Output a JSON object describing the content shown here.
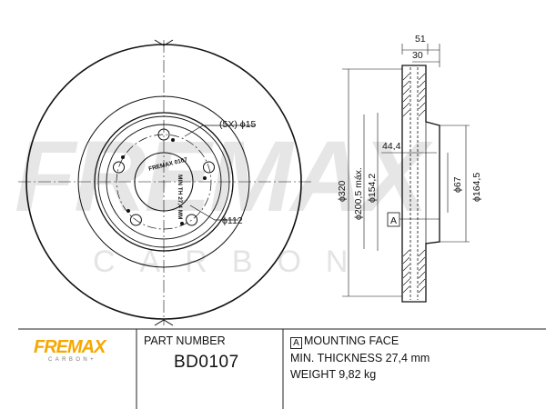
{
  "watermark": {
    "brand": "FREMAX",
    "sub": "CARBON"
  },
  "drawing": {
    "dimensions": {
      "total_width": "51",
      "hat_width": "30",
      "bolt_holes": "(5X) ϕ15",
      "center_bore": "ϕ112",
      "hat_bore": "44,4",
      "outer_diameter": "ϕ320",
      "max_diameter": "ϕ200,5 máx.",
      "inner_diameter": "ϕ154,2",
      "hub_bore": "ϕ67",
      "hat_diameter": "ϕ164,5",
      "face_marker": "A"
    },
    "disc_markings": {
      "top": "FREMAX 0107",
      "right": "MIN TH 27,4 MM"
    }
  },
  "footer": {
    "logo": {
      "main": "FREMAX",
      "sub": "CARBON+"
    },
    "part_number_label": "PART NUMBER",
    "part_number": "BD0107",
    "mounting_face_marker": "A",
    "mounting_face_label": "MOUNTING FACE",
    "min_thickness": "MIN. THICKNESS 27,4 mm",
    "weight": "WEIGHT 9,82 kg"
  },
  "colors": {
    "logo": "#f5a800",
    "lines": "#111111",
    "watermark": "#e6e6e6"
  }
}
